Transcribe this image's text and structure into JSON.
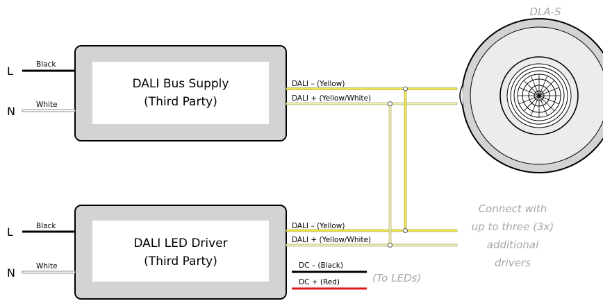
{
  "diagram": {
    "sensor": {
      "label": "DLA-S"
    },
    "bus_supply": {
      "line1": "DALI Bus Supply",
      "line2": "(Third Party)",
      "inputs": [
        {
          "terminal": "L",
          "wire": "Black"
        },
        {
          "terminal": "N",
          "wire": "White"
        }
      ],
      "outputs": [
        {
          "label": "DALI – (Yellow)"
        },
        {
          "label": "DALI + (Yellow/White)"
        }
      ]
    },
    "led_driver": {
      "line1": "DALI LED Driver",
      "line2": "(Third Party)",
      "inputs": [
        {
          "terminal": "L",
          "wire": "Black"
        },
        {
          "terminal": "N",
          "wire": "White"
        }
      ],
      "outputs": [
        {
          "label": "DALI – (Yellow)"
        },
        {
          "label": "DALI + (Yellow/White)"
        },
        {
          "label": "DC – (Black)"
        },
        {
          "label": "DC + (Red)"
        }
      ],
      "led_note": "(To LEDs)"
    },
    "note": {
      "lines": [
        "Connect with",
        "up to three (3x)",
        "additional",
        "drivers"
      ]
    },
    "colors": {
      "box_fill": "#d3d3d3",
      "dali_yellow": "#f0e54a",
      "wire_outline": "#9a9a4a",
      "dc_red": "#e01818",
      "note_gray": "#a6a6a6"
    }
  }
}
